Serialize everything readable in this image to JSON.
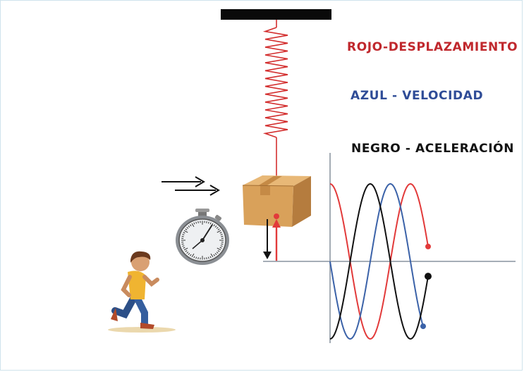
{
  "legend": {
    "red": {
      "text": "ROJO-DESPLAZAMIENTO",
      "color": "#c0282d"
    },
    "blue": {
      "text": "AZUL - VELOCIDAD",
      "color": "#2f4c97"
    },
    "black": {
      "text": "NEGRO - ACELERACIÓN",
      "color": "#111111"
    }
  },
  "colors": {
    "spring": "#d32f2f",
    "displacement": "#e23a3a",
    "velocity": "#3b62a8",
    "acceleration": "#111111",
    "axis": "#9aa3ad",
    "ceiling": "#0a0a0a",
    "box": "#d9a15a"
  },
  "icons": [
    "ceiling-mount-icon",
    "spring-icon",
    "box-mass-icon",
    "stopwatch-icon",
    "running-boy-icon",
    "motion-arrows-icon"
  ],
  "chart_data": {
    "type": "line",
    "x_range": [
      0,
      1.0
    ],
    "y_range": [
      -1,
      1
    ],
    "series": [
      {
        "key": "displacement",
        "phase_deg": 90
      },
      {
        "key": "velocity",
        "phase_deg": 180
      },
      {
        "key": "acceleration",
        "phase_deg": 270
      }
    ],
    "cycles": 1.25
  }
}
